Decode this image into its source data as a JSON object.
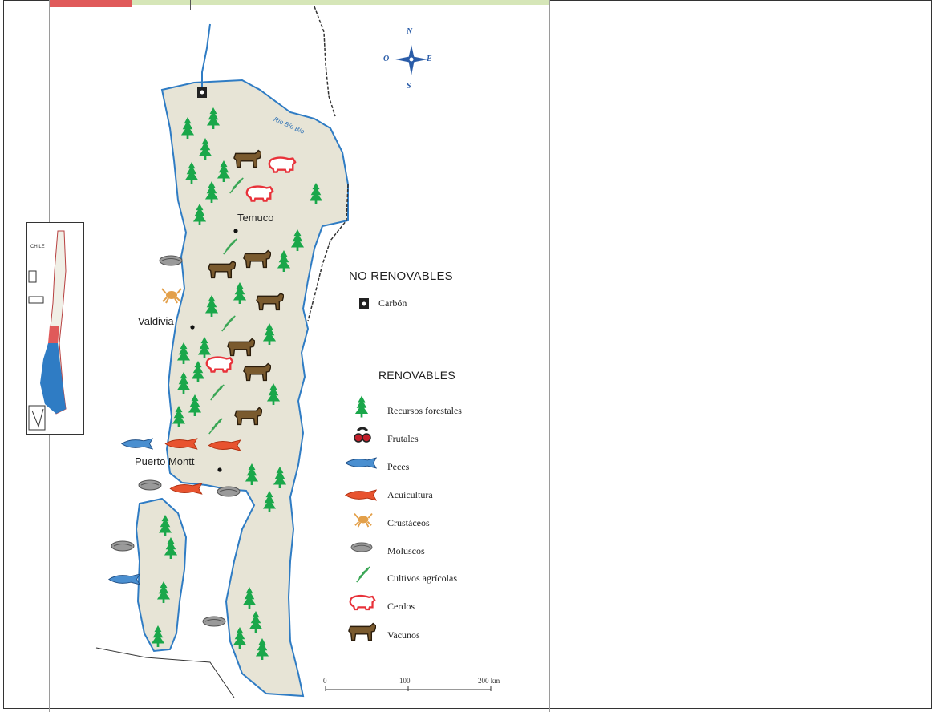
{
  "map": {
    "cities": [
      {
        "name": "Temuco"
      },
      {
        "name": "Valdivia"
      },
      {
        "name": "Puerto Montt"
      }
    ],
    "river_label": "Río Bío Bío",
    "compass": {
      "n": "N",
      "s": "S",
      "e": "E",
      "o": "O"
    },
    "scale": {
      "labels": [
        "0",
        "100",
        "200 km"
      ]
    },
    "inset": {
      "label": "CHILE"
    },
    "colors": {
      "land": "#e7e4d6",
      "coast": "#2f7cc4",
      "forest": "#1aa74a",
      "cattle": "#7a5a2e",
      "pig": "#e8323a",
      "salmon": "#e8532f",
      "fish": "#4a8fd0",
      "crustacean": "#e3a04a",
      "mollusc": "#9a9a9a",
      "crop": "#3aa655"
    }
  },
  "legend": {
    "non_renewable_title": "NO RENOVABLES",
    "non_renewable_items": [
      {
        "icon": "coal-icon",
        "label": "Carbón"
      }
    ],
    "renewable_title": "RENOVABLES",
    "renewable_items": [
      {
        "icon": "tree-icon",
        "label": "Recursos forestales"
      },
      {
        "icon": "fruit-icon",
        "label": "Frutales"
      },
      {
        "icon": "fish-icon",
        "label": "Peces"
      },
      {
        "icon": "salmon-icon",
        "label": "Acuicultura"
      },
      {
        "icon": "crab-icon",
        "label": "Crustáceos"
      },
      {
        "icon": "mollusc-icon",
        "label": "Moluscos"
      },
      {
        "icon": "crop-icon",
        "label": "Cultivos agrícolas"
      },
      {
        "icon": "pig-icon",
        "label": "Cerdos"
      },
      {
        "icon": "cow-icon",
        "label": "Vacunos"
      }
    ]
  }
}
